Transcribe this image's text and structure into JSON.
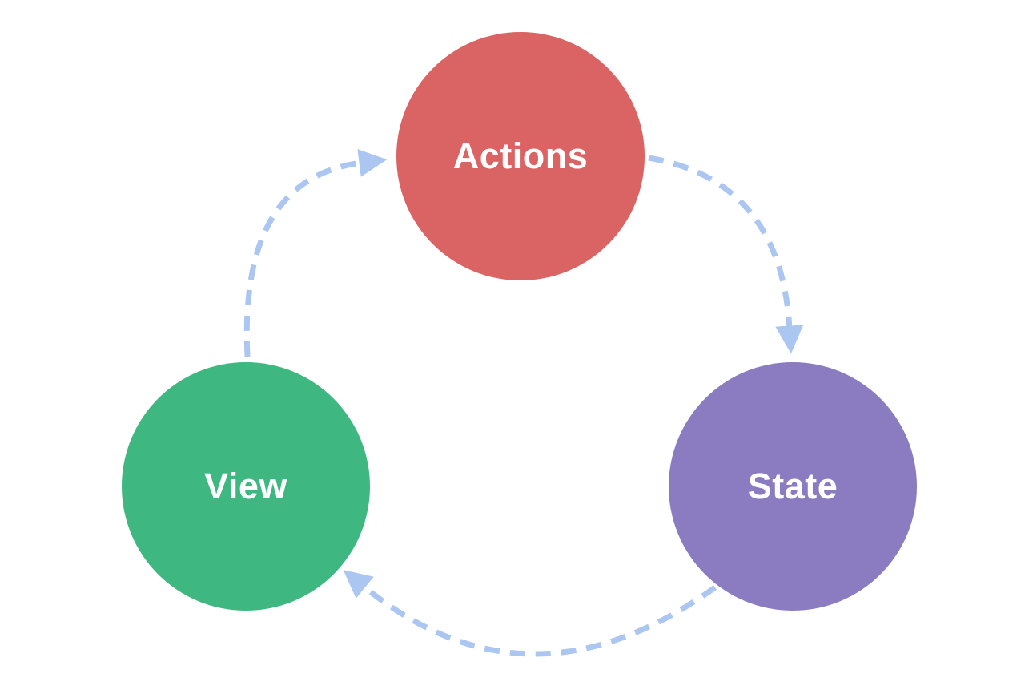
{
  "diagram": {
    "background_color": "#ffffff",
    "arrow_color": "#acc6f2",
    "arrow_style": "dashed",
    "flow_direction": "clockwise",
    "nodes": [
      {
        "id": "actions",
        "label": "Actions",
        "color": "#da6463",
        "text_color": "#ffffff"
      },
      {
        "id": "state",
        "label": "State",
        "color": "#8b7bc0",
        "text_color": "#ffffff"
      },
      {
        "id": "view",
        "label": "View",
        "color": "#3eb880",
        "text_color": "#ffffff"
      }
    ],
    "edges": [
      {
        "from": "view",
        "to": "actions"
      },
      {
        "from": "actions",
        "to": "state"
      },
      {
        "from": "state",
        "to": "view"
      }
    ]
  }
}
